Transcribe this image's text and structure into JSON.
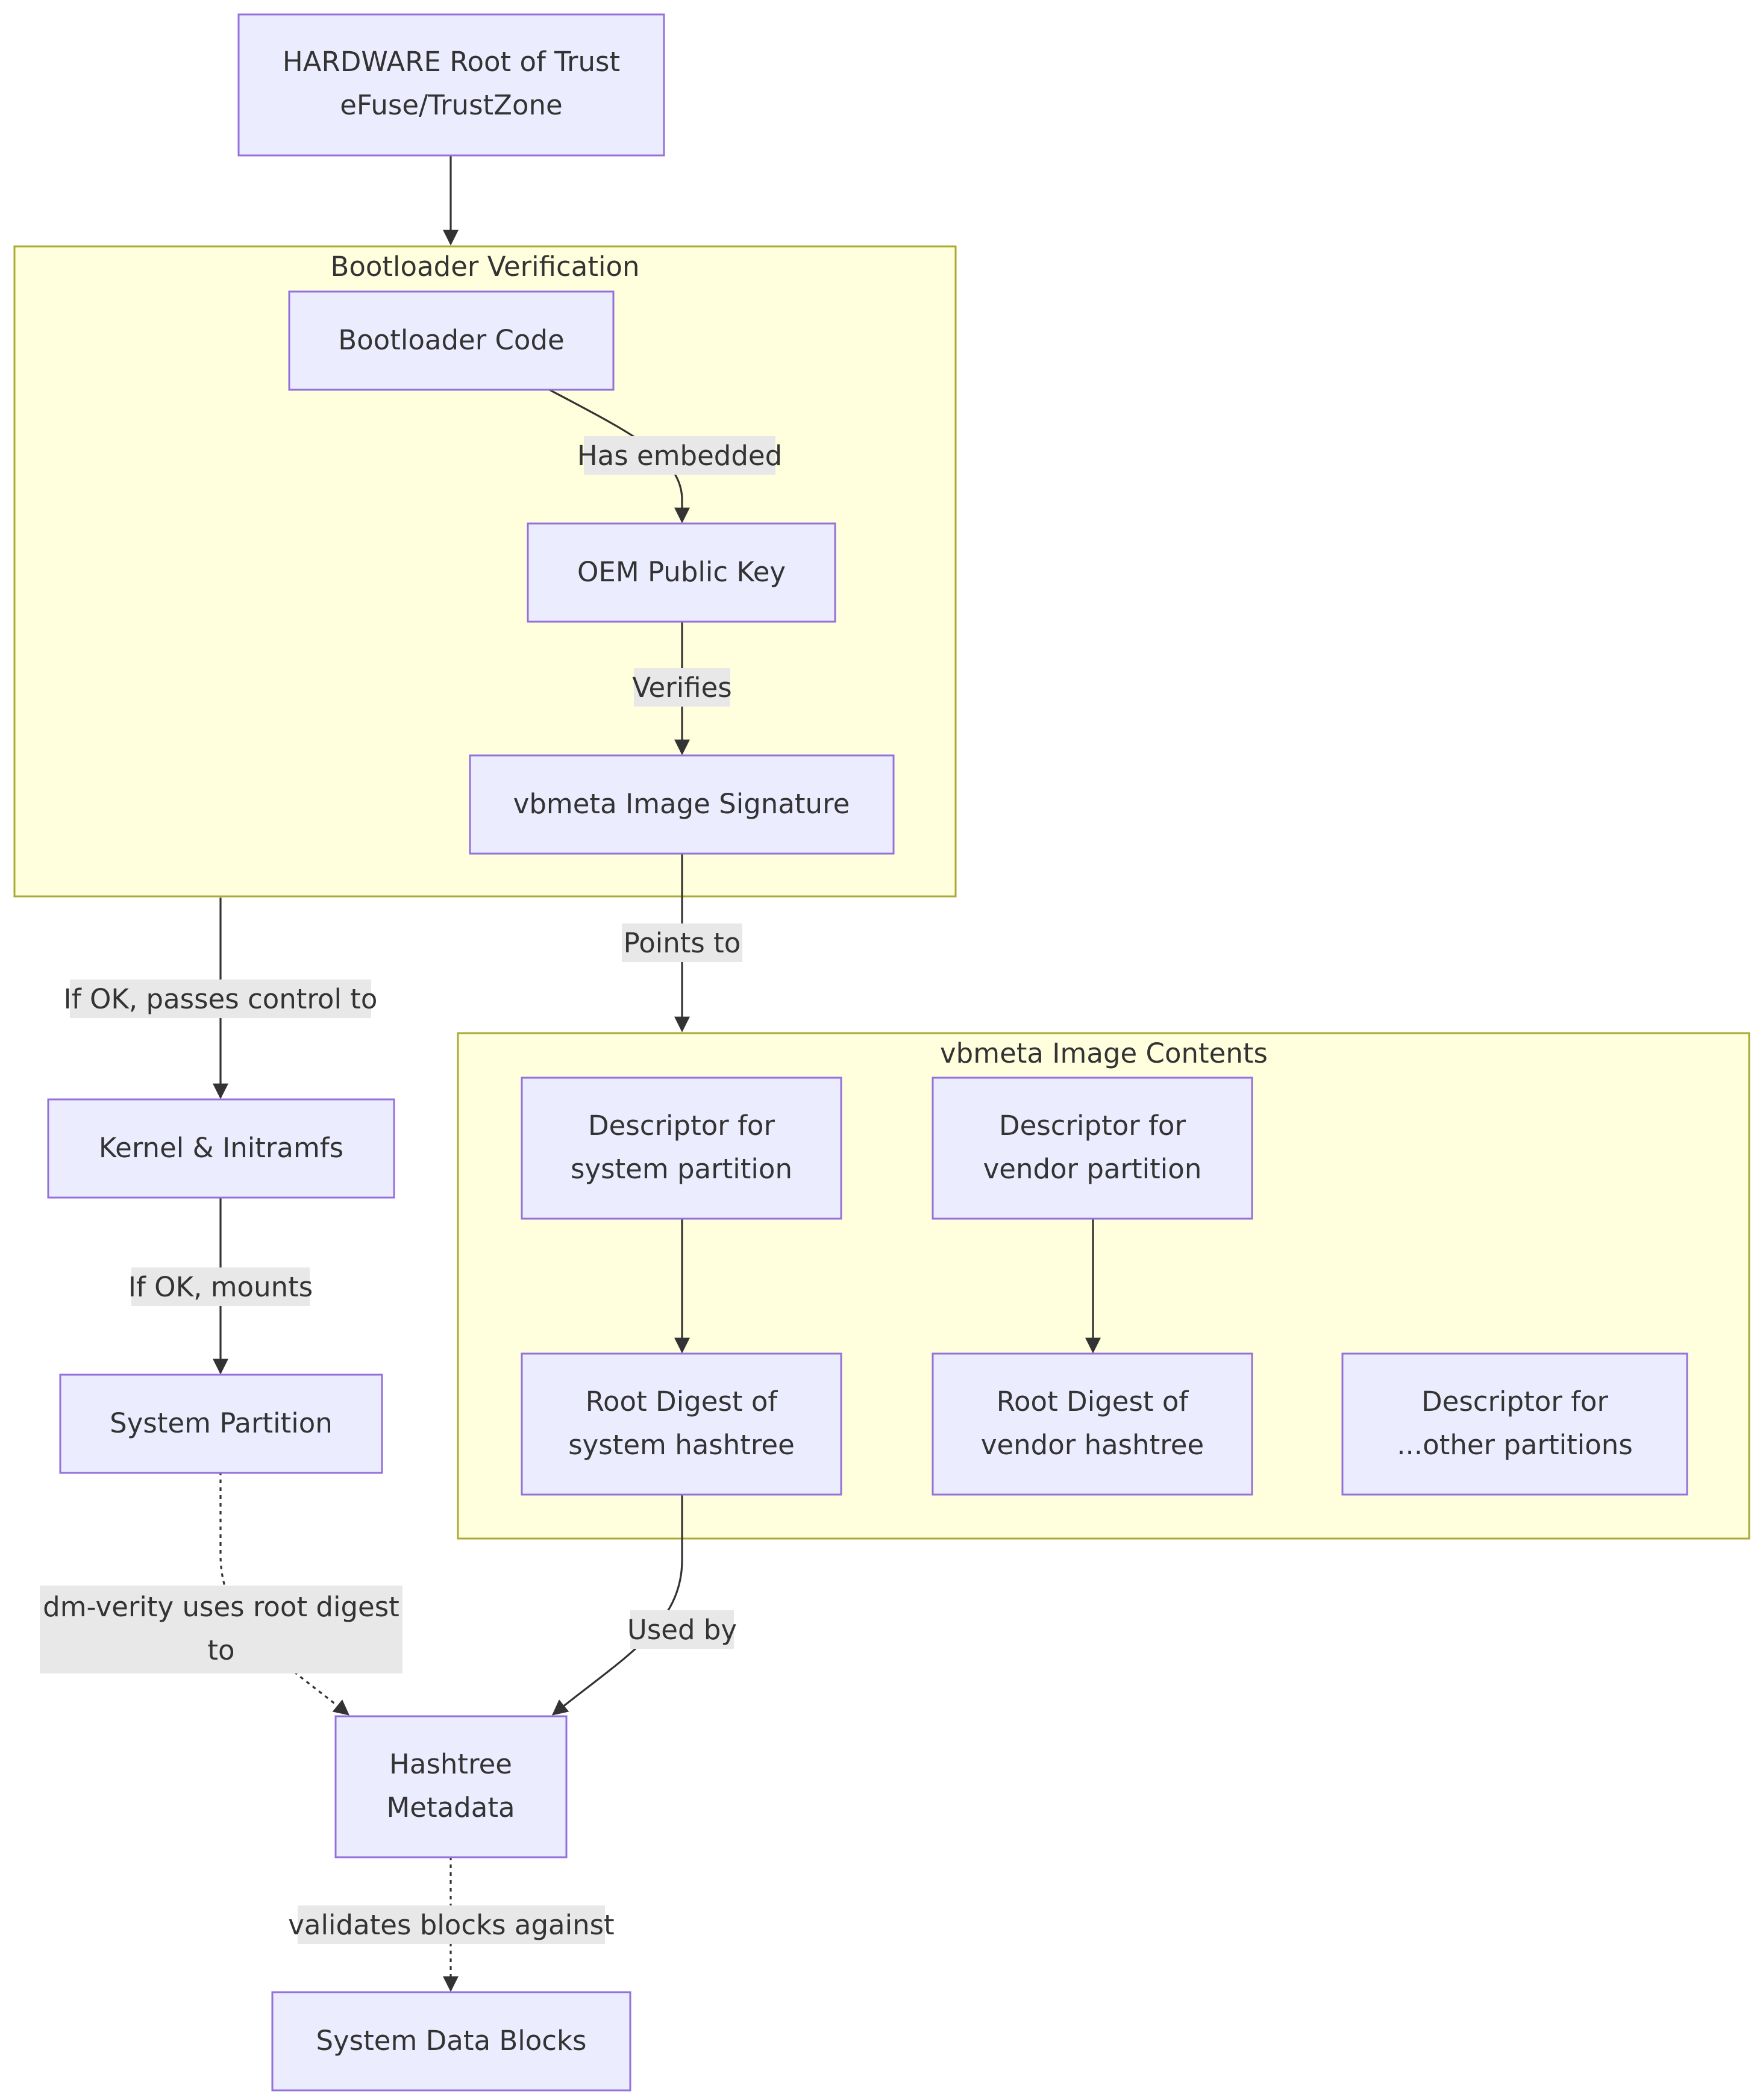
{
  "groups": {
    "bootloader": {
      "title": "Bootloader Verification"
    },
    "vbmeta": {
      "title": "vbmeta Image Contents"
    }
  },
  "nodes": {
    "hw_root": {
      "line1": "HARDWARE Root of Trust",
      "line2": "eFuse/TrustZone"
    },
    "bootloader_code": {
      "line1": "Bootloader Code"
    },
    "oem_key": {
      "line1": "OEM Public Key"
    },
    "vbmeta_sig": {
      "line1": "vbmeta Image Signature"
    },
    "kernel": {
      "line1": "Kernel & Initramfs"
    },
    "system_partition": {
      "line1": "System Partition"
    },
    "desc_system": {
      "line1": "Descriptor for",
      "line2": "system partition"
    },
    "desc_vendor": {
      "line1": "Descriptor for",
      "line2": "vendor partition"
    },
    "root_system": {
      "line1": "Root Digest of",
      "line2": "system hashtree"
    },
    "root_vendor": {
      "line1": "Root Digest of",
      "line2": "vendor hashtree"
    },
    "desc_other": {
      "line1": "Descriptor for",
      "line2": "...other partitions"
    },
    "hashtree": {
      "line1": "Hashtree",
      "line2": "Metadata"
    },
    "data_blocks": {
      "line1": "System Data Blocks"
    }
  },
  "edges": {
    "has_embedded": "Has embedded",
    "verifies": "Verifies",
    "points_to": "Points to",
    "passes_control": "If OK, passes control to",
    "mounts": "If OK, mounts",
    "dm_verity": {
      "line1": "dm-verity uses root digest",
      "line2": "to"
    },
    "used_by": "Used by",
    "validates": "validates blocks against"
  },
  "colors": {
    "node_fill": "#ececff",
    "node_stroke": "#9370db",
    "group_fill": "#ffffde",
    "group_stroke": "#aaaa33",
    "edge": "#333333",
    "label_bg": "#e8e8e8",
    "text": "#333333"
  }
}
